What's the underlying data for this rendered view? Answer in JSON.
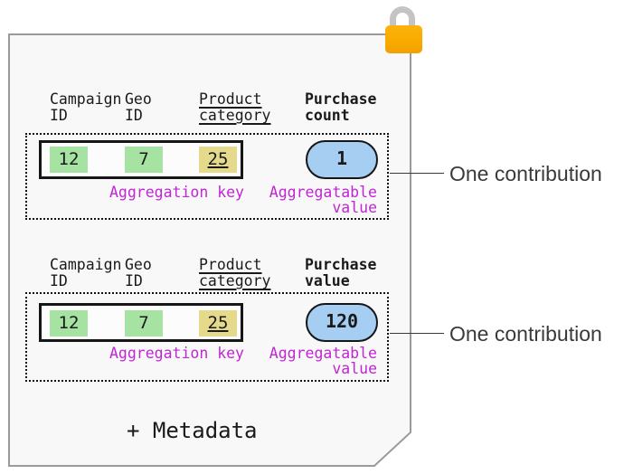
{
  "sheet": {
    "fill": "#f8f8f8",
    "border_color": "#9a9a9a"
  },
  "lock_icon": {
    "body_color": "#f9ab00",
    "shackle_color": "#c4c4c4"
  },
  "palette": {
    "key_cell_green": "#a6e2a2",
    "key_cell_yellow": "#e5d98b",
    "value_pill_blue": "#a6cdf2",
    "label_magenta": "#c026d3"
  },
  "records": [
    {
      "headers": [
        {
          "line1": "Campaign",
          "line2": "ID"
        },
        {
          "line1": "Geo",
          "line2": "ID"
        },
        {
          "line1": "Product",
          "line2": "category"
        },
        {
          "line1": "Purchase",
          "line2": "count"
        }
      ],
      "key_cells": [
        {
          "value": "12",
          "color": "#a6e2a2"
        },
        {
          "value": "7",
          "color": "#a6e2a2"
        },
        {
          "value": "25",
          "color": "#e5d98b"
        }
      ],
      "value_pill": {
        "value": "1",
        "color": "#a6cdf2"
      },
      "aggregation_key_label": "Aggregation key",
      "aggregatable_value_label": {
        "line1": "Aggregatable",
        "line2": "value"
      },
      "callout": "One contribution"
    },
    {
      "headers": [
        {
          "line1": "Campaign",
          "line2": "ID"
        },
        {
          "line1": "Geo",
          "line2": "ID"
        },
        {
          "line1": "Product",
          "line2": "category"
        },
        {
          "line1": "Purchase",
          "line2": "value"
        }
      ],
      "key_cells": [
        {
          "value": "12",
          "color": "#a6e2a2"
        },
        {
          "value": "7",
          "color": "#a6e2a2"
        },
        {
          "value": "25",
          "color": "#e5d98b"
        }
      ],
      "value_pill": {
        "value": "120",
        "color": "#a6cdf2"
      },
      "aggregation_key_label": "Aggregation key",
      "aggregatable_value_label": {
        "line1": "Aggregatable",
        "line2": "value"
      },
      "callout": "One contribution"
    }
  ],
  "footer": {
    "metadata_label": "+ Metadata"
  }
}
